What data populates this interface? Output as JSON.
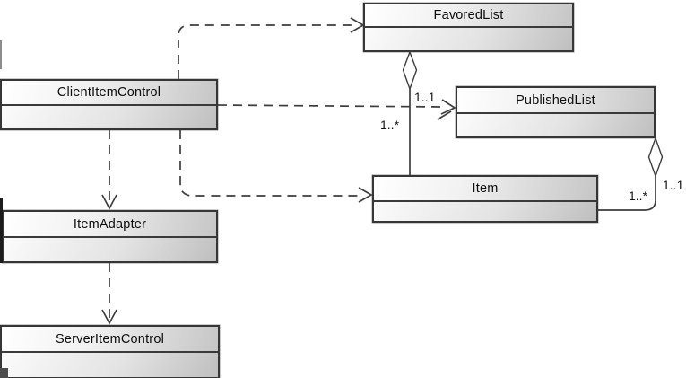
{
  "diagram": {
    "kind": "uml-class-diagram",
    "classes": [
      {
        "name": "FavoredList"
      },
      {
        "name": "ClientItemControl"
      },
      {
        "name": "PublishedList"
      },
      {
        "name": "Item"
      },
      {
        "name": "ItemAdapter"
      },
      {
        "name": "ServerItemControl"
      }
    ],
    "multiplicities": [
      {
        "text": "1..1"
      },
      {
        "text": "1..*"
      },
      {
        "text": "1..*"
      },
      {
        "text": "1..1"
      }
    ],
    "relationships": [
      {
        "from": "ClientItemControl",
        "to": "FavoredList",
        "type": "dependency",
        "style": "dashed-open-arrow"
      },
      {
        "from": "ClientItemControl",
        "to": "PublishedList",
        "type": "dependency",
        "style": "dashed-open-arrow",
        "label": "1..1"
      },
      {
        "from": "ClientItemControl",
        "to": "Item",
        "type": "dependency",
        "style": "dashed-open-arrow"
      },
      {
        "from": "ClientItemControl",
        "to": "ItemAdapter",
        "type": "dependency",
        "style": "dashed-open-arrow"
      },
      {
        "from": "ItemAdapter",
        "to": "ServerItemControl",
        "type": "dependency",
        "style": "dashed-open-arrow"
      },
      {
        "from": "FavoredList",
        "to": "Item",
        "type": "aggregation",
        "diamond_end": "FavoredList",
        "multiplicity_item_end": "1..*"
      },
      {
        "from": "PublishedList",
        "to": "Item",
        "type": "aggregation",
        "diamond_end": "PublishedList",
        "multiplicity_item_end": "1..*",
        "multiplicity_diamond_end": "1..1"
      }
    ],
    "colors": {
      "background": "#ffffff",
      "box_fill_light": "#ffffff",
      "box_fill_dark": "#c6c6c6",
      "box_border": "#363636",
      "line": "#3d3d3d",
      "text": "#0d0d0d"
    }
  }
}
